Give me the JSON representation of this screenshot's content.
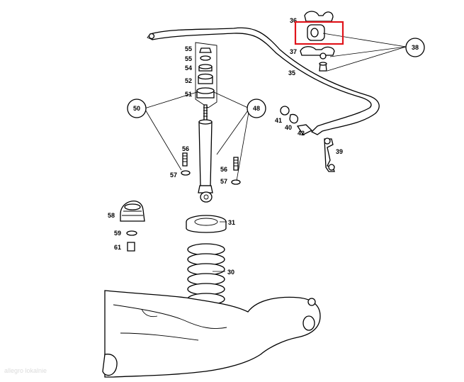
{
  "callouts": {
    "c30": "30",
    "c31": "31",
    "c35": "35",
    "c36": "36",
    "c37": "37",
    "c38": "38",
    "c39": "39",
    "c40": "40",
    "c41": "41",
    "c42": "42",
    "c48": "48",
    "c50": "50",
    "c51": "51",
    "c52": "52",
    "c54": "54",
    "c55a": "55",
    "c55b": "55",
    "c56a": "56",
    "c56b": "56",
    "c57a": "57",
    "c57b": "57",
    "c58": "58",
    "c59": "59",
    "c61": "61"
  },
  "highlight": {
    "target": "36",
    "color": "#e0141b"
  },
  "watermark": "allegro lokalnie"
}
